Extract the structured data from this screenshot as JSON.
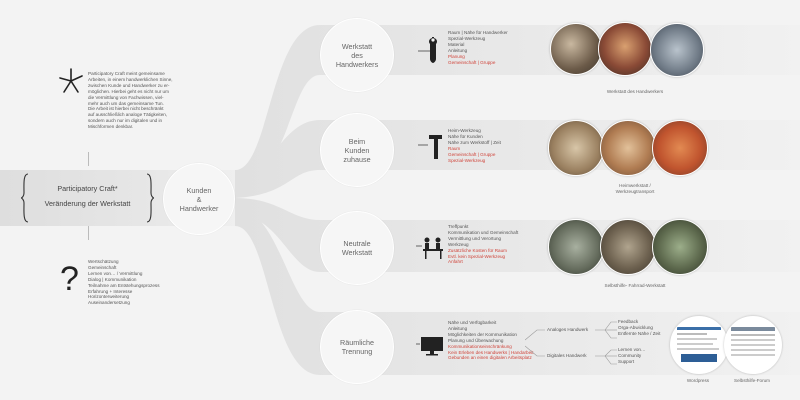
{
  "intro": {
    "lines": [
      "Participatory Craft meint gemeinsame",
      "Arbeiten, in einem handwerklichen Sinne,",
      "zwischen Kunde und Handwerker zu er-",
      "möglichen. Hierbei geht es nicht nur um",
      "die Vermittlung von Fachwissen, viel-",
      "mehr auch um das gemeinsame Tun.",
      "Die Arbeit ist hierbei nicht beschränkt",
      "auf ausschließlich analoge Tätigkeiten,",
      "sondern auch nur im digitalen und in",
      "Mischformen denkbar."
    ]
  },
  "center": {
    "line1": "Participatory Craft*",
    "line2": "Veränderung der Werkstatt"
  },
  "hub": {
    "line1": "Kunden",
    "line2": "&",
    "line3": "Handwerker"
  },
  "question": {
    "mark": "?",
    "lines": [
      "Wertschätzung",
      "Gemeinschaft",
      "Lernen von… / Vermittlung",
      "Dialog | Kommunikation",
      "Teilnahme am Entstehungsprozess",
      "Erfahrung + Interesse",
      "Horizonterweiterung",
      "Auseinandersetzung"
    ]
  },
  "branches": [
    {
      "title": [
        "Werkstatt",
        "des",
        "Handwerkers"
      ],
      "icon": "wrench-icon",
      "bullets": [
        {
          "text": "Raum | Nähe für Handwerker",
          "red": false
        },
        {
          "text": "Spezial-Werkzeug",
          "red": false
        },
        {
          "text": "Material",
          "red": false
        },
        {
          "text": "Anleitung",
          "red": false
        },
        {
          "text": "Planung",
          "red": true
        },
        {
          "text": "Gemeinschaft | Gruppe",
          "red": true
        }
      ],
      "caption": [
        "Werkstatt des Handwerkers"
      ]
    },
    {
      "title": [
        "Beim",
        "Kunden",
        "zuhause"
      ],
      "icon": "hammer-icon",
      "bullets": [
        {
          "text": "Heim-Werkzeug",
          "red": false
        },
        {
          "text": "Nähe für Kunden",
          "red": false
        },
        {
          "text": "Nähe zum Werkstoff | Zeit",
          "red": false
        },
        {
          "text": "Raum",
          "red": true
        },
        {
          "text": "Gemeinschaft | Gruppe",
          "red": true
        },
        {
          "text": "Spezial-Werkzeug",
          "red": true
        }
      ],
      "caption": [
        "Heimwerkstatt /",
        "Werkzeugtransport"
      ]
    },
    {
      "title": [
        "Neutrale",
        "Werkstatt"
      ],
      "icon": "workshop-icon",
      "bullets": [
        {
          "text": "Treffpunkt",
          "red": false
        },
        {
          "text": "Kommunikation und Gemeinschaft",
          "red": false
        },
        {
          "text": "Vermittlung und Verortung",
          "red": false
        },
        {
          "text": "Werkzeug",
          "red": false
        },
        {
          "text": "Zusätzliche Kosten für Raum",
          "red": true
        },
        {
          "text": "Evtl. kein Spezial-Werkzeug",
          "red": true
        },
        {
          "text": "Anfahrt",
          "red": true
        }
      ],
      "caption": [
        "Selbsthilfe- Fahrrad-Werkstatt"
      ]
    },
    {
      "title": [
        "Räumliche",
        "Trennung"
      ],
      "icon": "monitor-icon",
      "bullets": [
        {
          "text": "Nähe und Verfügbarkeit",
          "red": false
        },
        {
          "text": "Anleitung",
          "red": false
        },
        {
          "text": "Möglichkeiten der Kommunikation",
          "red": false
        },
        {
          "text": "Planung und Überwachung",
          "red": false
        },
        {
          "text": "Kommunikationseinschränkung",
          "red": true
        },
        {
          "text": "Kein Erleben des Handwerks | Handarbeit",
          "red": true
        },
        {
          "text": "Gebunden an einen digitalen Arbeitsplatz",
          "red": true
        }
      ],
      "caption": [
        "Wordpress",
        "Selbsthilfe-Forum"
      ]
    }
  ],
  "split": {
    "analog": "Analoges Handwerk",
    "digital": "Digitales Handwerk",
    "analog_items": [
      "Feedback",
      "Orga-Abwicklung",
      "Entfernte Nähe / Zeit"
    ],
    "digital_items": [
      "Lernen von…",
      "Community",
      "Support"
    ]
  },
  "colors": {
    "accent": "#d0443a",
    "background": "#f3f3f3",
    "band": "#e2e2e2",
    "text": "#555555"
  }
}
